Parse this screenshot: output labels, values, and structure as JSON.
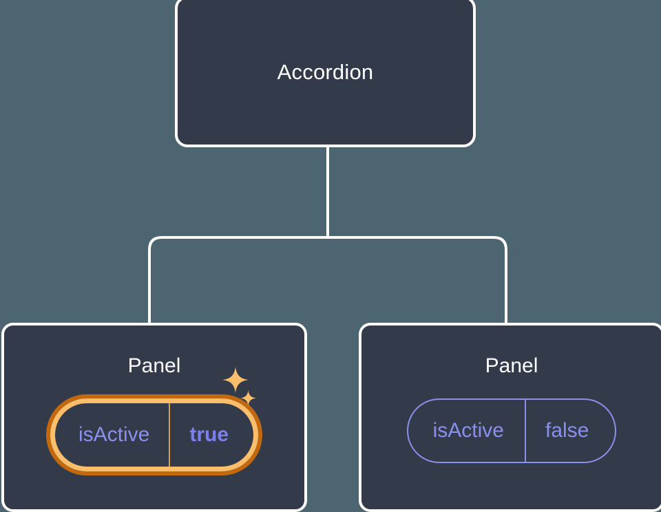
{
  "theme": {
    "background": "#4c6570",
    "node_fill": "#333b4a",
    "node_border": "#ffffff",
    "title_color": "#ffffff",
    "pill_border": "#8b90ec",
    "pill_text": "#8b90ec",
    "highlight_inner_ring": "#fbbf6b",
    "highlight_outer_ring": "#c2690f",
    "highlight_value_text": "#7c80ee",
    "sparkle_color": "#fbbf6b",
    "connector_color": "#ffffff"
  },
  "tree": {
    "root": {
      "title": "Accordion"
    },
    "children": [
      {
        "title": "Panel",
        "highlighted": true,
        "props": [
          {
            "key": "isActive",
            "value": "true"
          }
        ],
        "decorations": [
          "sparkle-large-icon",
          "sparkle-small-icon"
        ]
      },
      {
        "title": "Panel",
        "highlighted": false,
        "props": [
          {
            "key": "isActive",
            "value": "false"
          }
        ],
        "decorations": []
      }
    ]
  }
}
